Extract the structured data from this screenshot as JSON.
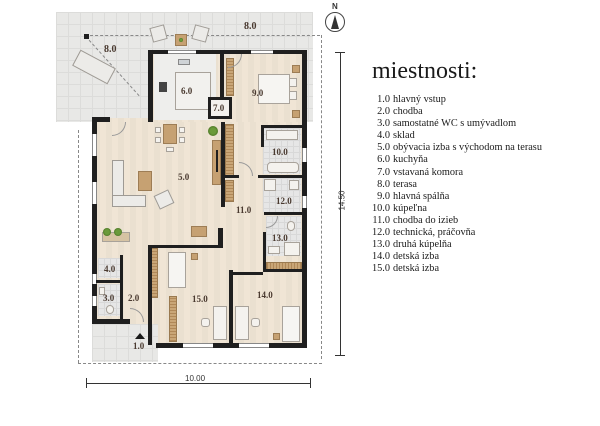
{
  "legend": {
    "title": "miestnosti:",
    "items": [
      {
        "number": "1.0",
        "name": "hlavný vstup"
      },
      {
        "number": "2.0",
        "name": "chodba"
      },
      {
        "number": "3.0",
        "name": "samostatné WC s umývadlom"
      },
      {
        "number": "4.0",
        "name": "sklad"
      },
      {
        "number": "5.0",
        "name": "obývacia izba s východom na terasu"
      },
      {
        "number": "6.0",
        "name": "kuchyňa"
      },
      {
        "number": "7.0",
        "name": "vstavaná komora"
      },
      {
        "number": "8.0",
        "name": "terasa"
      },
      {
        "number": "9.0",
        "name": "hlavná spálňa"
      },
      {
        "number": "10.0",
        "name": "kúpeľna"
      },
      {
        "number": "11.0",
        "name": "chodba do izieb"
      },
      {
        "number": "12.0",
        "name": "technická, práčovňa"
      },
      {
        "number": "13.0",
        "name": "druhá kúpelňa"
      },
      {
        "number": "14.0",
        "name": "detská izba"
      },
      {
        "number": "15.0",
        "name": "detská izba"
      }
    ]
  },
  "plan": {
    "room_labels": {
      "terrace_top": "8.0",
      "terrace_left": "8.0",
      "kitchen": "6.0",
      "pantry": "7.0",
      "master_bedroom": "9.0",
      "living_room": "5.0",
      "bathroom": "10.0",
      "utility": "12.0",
      "hallway_rooms": "11.0",
      "second_bathroom": "13.0",
      "storage": "4.0",
      "wc": "3.0",
      "hallway": "2.0",
      "entrance": "1.0",
      "kids_room_1": "15.0",
      "kids_room_2": "14.0"
    },
    "dimensions": {
      "width": "10.00",
      "height": "14.50"
    },
    "compass": {
      "label": "N"
    }
  },
  "colors": {
    "wall": "#1f1f1f",
    "floor": "#efe4d4",
    "terrace": "#e8e8e6",
    "wardrobe": "#c9a677",
    "label": "#4a3a30"
  }
}
